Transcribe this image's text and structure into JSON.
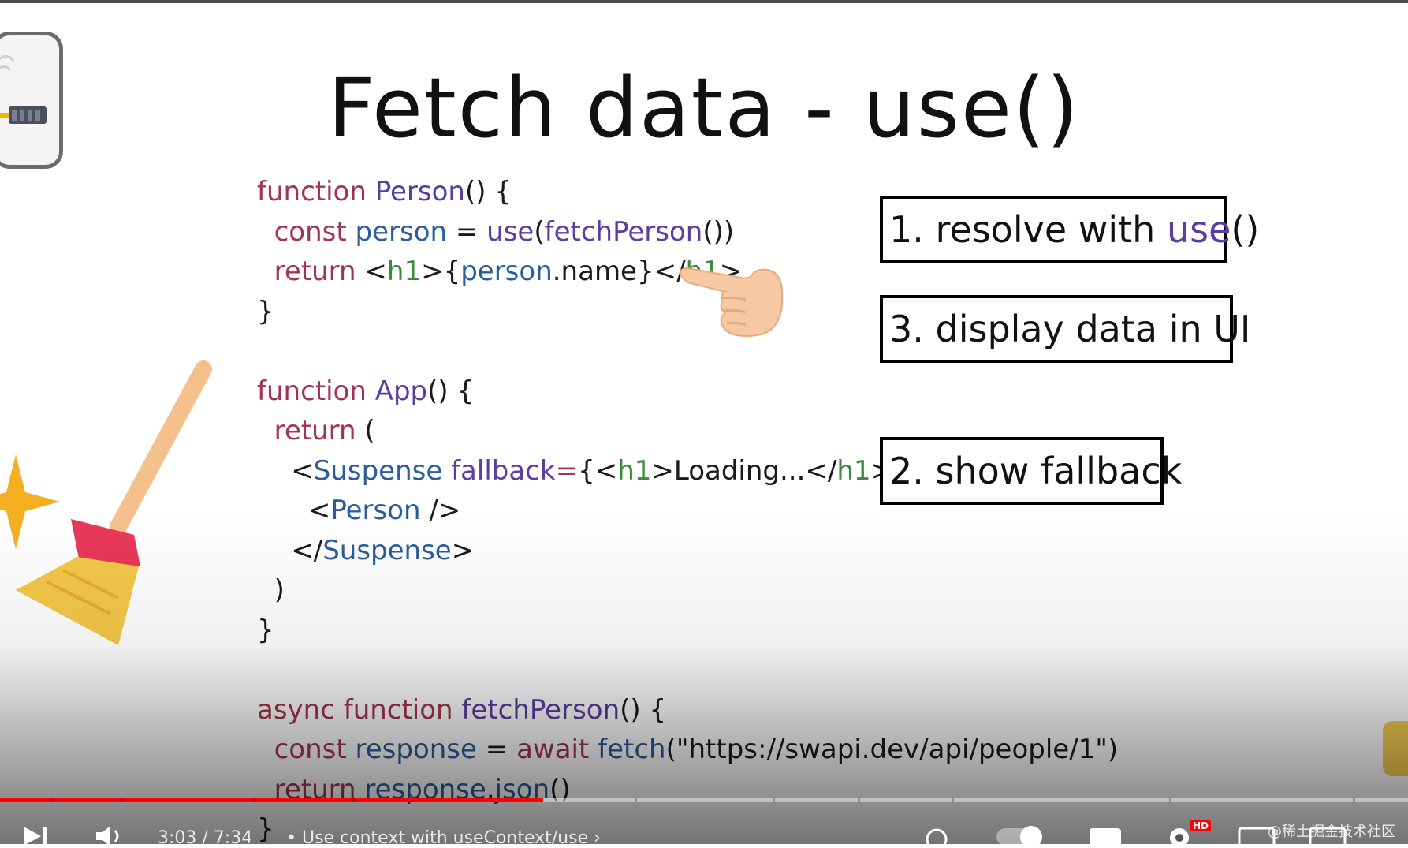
{
  "slide": {
    "title": "Fetch data - use()",
    "code_lines": [
      [
        {
          "t": "function ",
          "c": "kw"
        },
        {
          "t": "Person",
          "c": "fn"
        },
        {
          "t": "() {",
          "c": "br"
        }
      ],
      [
        {
          "t": "  const ",
          "c": "kw"
        },
        {
          "t": "person",
          "c": "id"
        },
        {
          "t": " = ",
          "c": "br"
        },
        {
          "t": "use",
          "c": "fn"
        },
        {
          "t": "(",
          "c": "br"
        },
        {
          "t": "fetchPerson",
          "c": "fn"
        },
        {
          "t": "())",
          "c": "br"
        }
      ],
      [
        {
          "t": "  return ",
          "c": "kw"
        },
        {
          "t": "<",
          "c": "br"
        },
        {
          "t": "h1",
          "c": "tag"
        },
        {
          "t": ">{",
          "c": "br"
        },
        {
          "t": "person",
          "c": "id"
        },
        {
          "t": ".name}</",
          "c": "br"
        },
        {
          "t": "h1",
          "c": "tag"
        },
        {
          "t": ">",
          "c": "br"
        }
      ],
      [
        {
          "t": "}",
          "c": "br"
        }
      ],
      [
        {
          "t": "",
          "c": "br"
        }
      ],
      [
        {
          "t": "function ",
          "c": "kw"
        },
        {
          "t": "App",
          "c": "fn"
        },
        {
          "t": "() {",
          "c": "br"
        }
      ],
      [
        {
          "t": "  return ",
          "c": "kw"
        },
        {
          "t": "(",
          "c": "br"
        }
      ],
      [
        {
          "t": "    <",
          "c": "br"
        },
        {
          "t": "Suspense ",
          "c": "id"
        },
        {
          "t": "fallback",
          "c": "fn"
        },
        {
          "t": "=",
          "c": "kw"
        },
        {
          "t": "{<",
          "c": "br"
        },
        {
          "t": "h1",
          "c": "tag"
        },
        {
          "t": ">Loading...</",
          "c": "br"
        },
        {
          "t": "h1",
          "c": "tag"
        },
        {
          "t": ">}>",
          "c": "br"
        }
      ],
      [
        {
          "t": "      <",
          "c": "br"
        },
        {
          "t": "Person",
          "c": "id"
        },
        {
          "t": " />",
          "c": "br"
        }
      ],
      [
        {
          "t": "    </",
          "c": "br"
        },
        {
          "t": "Suspense",
          "c": "id"
        },
        {
          "t": ">",
          "c": "br"
        }
      ],
      [
        {
          "t": "  )",
          "c": "br"
        }
      ],
      [
        {
          "t": "}",
          "c": "br"
        }
      ],
      [
        {
          "t": "",
          "c": "br"
        }
      ],
      [
        {
          "t": "async function ",
          "c": "kw"
        },
        {
          "t": "fetchPerson",
          "c": "fn"
        },
        {
          "t": "() {",
          "c": "br"
        }
      ],
      [
        {
          "t": "  const ",
          "c": "kw"
        },
        {
          "t": "response",
          "c": "id"
        },
        {
          "t": " = ",
          "c": "br"
        },
        {
          "t": "await ",
          "c": "kw"
        },
        {
          "t": "fetch",
          "c": "id"
        },
        {
          "t": "(\"https://swapi.dev/api/people/1\")",
          "c": "br"
        }
      ],
      [
        {
          "t": "  return ",
          "c": "kw"
        },
        {
          "t": "response",
          "c": "id"
        },
        {
          "t": ".",
          "c": "br"
        },
        {
          "t": "json",
          "c": "id"
        },
        {
          "t": "()",
          "c": "br"
        }
      ],
      [
        {
          "t": "}",
          "c": "br"
        }
      ]
    ],
    "step1_prefix": "1. resolve with ",
    "step1_highlight": "use",
    "step1_suffix": "()",
    "step2": "2. show fallback",
    "step3": "3. display data in UI",
    "colors": {
      "keyword": "#a3344f",
      "function": "#5a3ea0",
      "identifier": "#2b5d9b",
      "tag": "#3c8a3c"
    }
  },
  "player": {
    "progress_fraction": 0.386,
    "current_time": "3:03",
    "time_sep": " / ",
    "duration": "7:34",
    "chapter_sep": " • ",
    "chapter_title": "Use context with useContext/use",
    "hd_badge": "HD",
    "watermark": "@稀土掘金技术社区",
    "icons": [
      "next-icon",
      "volume-icon",
      "autoplay-toggle",
      "subtitles-icon",
      "settings-icon",
      "miniplayer-icon",
      "theater-icon"
    ]
  }
}
